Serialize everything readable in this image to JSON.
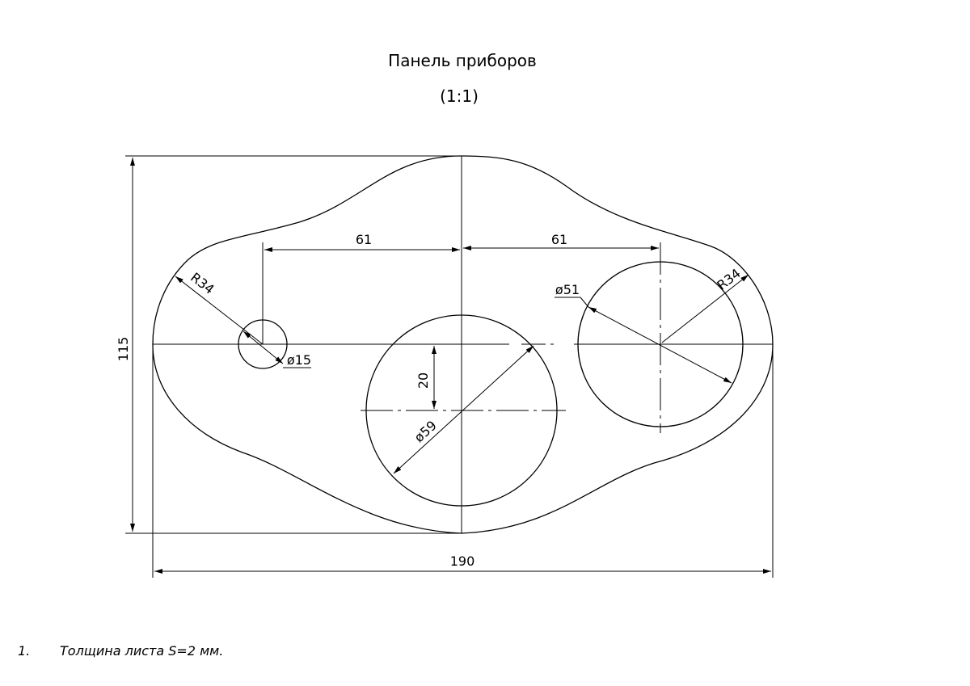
{
  "title": "Панель приборов",
  "scale": "(1:1)",
  "dimensions": {
    "overall_width": "190",
    "overall_height": "115",
    "offset_left": "61",
    "offset_right": "61",
    "offset_vertical": "20",
    "radius_left": "R34",
    "radius_right": "R34",
    "hole_small": "ø15",
    "hole_center": "ø59",
    "hole_right": "ø51"
  },
  "notes": [
    {
      "number": "1.",
      "text": "Толщина листа S=2 мм."
    }
  ]
}
